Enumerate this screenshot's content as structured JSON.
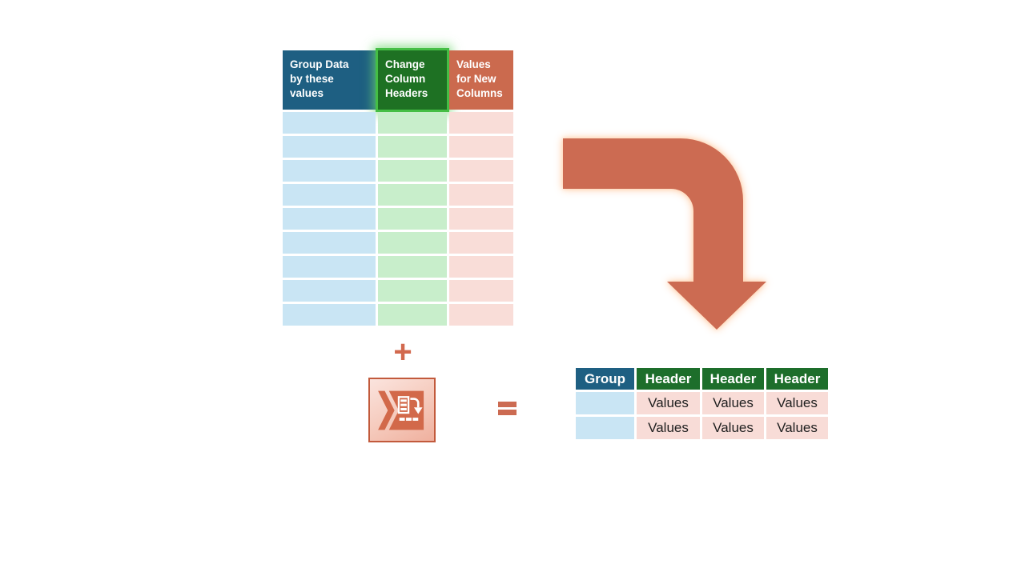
{
  "slide": {
    "background_color": "#FFFFFF"
  },
  "source_table": {
    "columns": [
      {
        "header": "Group Data by these values",
        "header_color": "#1E5F82",
        "body_color": "#C9E5F4",
        "highlighted": false
      },
      {
        "header": "Change Column Headers",
        "header_color": "#1E7123",
        "body_color": "#C8EECB",
        "highlighted": true,
        "highlight_border_color": "#45BE45",
        "highlight_glow_color": "#6ED76E"
      },
      {
        "header": "Values for New Columns",
        "header_color": "#CB6A4E",
        "body_color": "#F9DDD8",
        "highlighted": false
      }
    ],
    "body_row_count": 9
  },
  "operators": {
    "plus": "+",
    "equals": "="
  },
  "pivot_icon": {
    "name": "pivot-column-icon",
    "accent_color": "#D2694A",
    "border_color": "#C25A3C",
    "glyph_color": "#FFFFFF"
  },
  "arrow": {
    "shape": "elbow-right-then-down",
    "color": "#CC6B52",
    "glow_color": "#FFCEA8"
  },
  "result_table": {
    "header_row": [
      {
        "label": "Group",
        "color": "#1E5F82"
      },
      {
        "label": "Header",
        "color": "#1D6E2B"
      },
      {
        "label": "Header",
        "color": "#1D6E2B"
      },
      {
        "label": "Header",
        "color": "#1D6E2B"
      }
    ],
    "rows": [
      [
        "",
        "Values",
        "Values",
        "Values"
      ],
      [
        "",
        "Values",
        "Values",
        "Values"
      ]
    ],
    "group_cell_color": "#C9E5F4",
    "value_cell_color": "#F8DCD7"
  }
}
